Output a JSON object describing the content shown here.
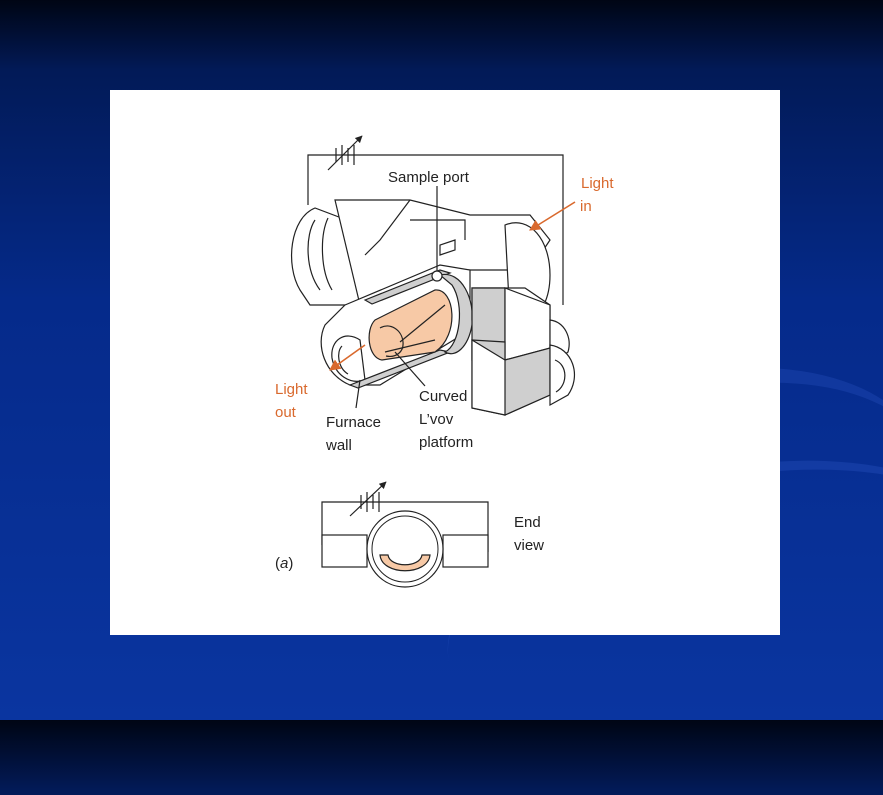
{
  "diagram": {
    "labels": {
      "sample_port": "Sample port",
      "light_in_1": "Light",
      "light_in_2": "in",
      "light_out_1": "Light",
      "light_out_2": "out",
      "furnace_wall_1": "Furnace",
      "furnace_wall_2": "wall",
      "platform_1": "Curved",
      "platform_2": "L’vov",
      "platform_3": "platform",
      "end_view_1": "End",
      "end_view_2": "view",
      "panel_label_open": "(",
      "panel_label_letter": "a",
      "panel_label_close": ")"
    },
    "colors": {
      "light_arrow": "#d9692d",
      "platform_fill": "#f7c9a6",
      "wall_fill": "#cfcfcf"
    }
  }
}
